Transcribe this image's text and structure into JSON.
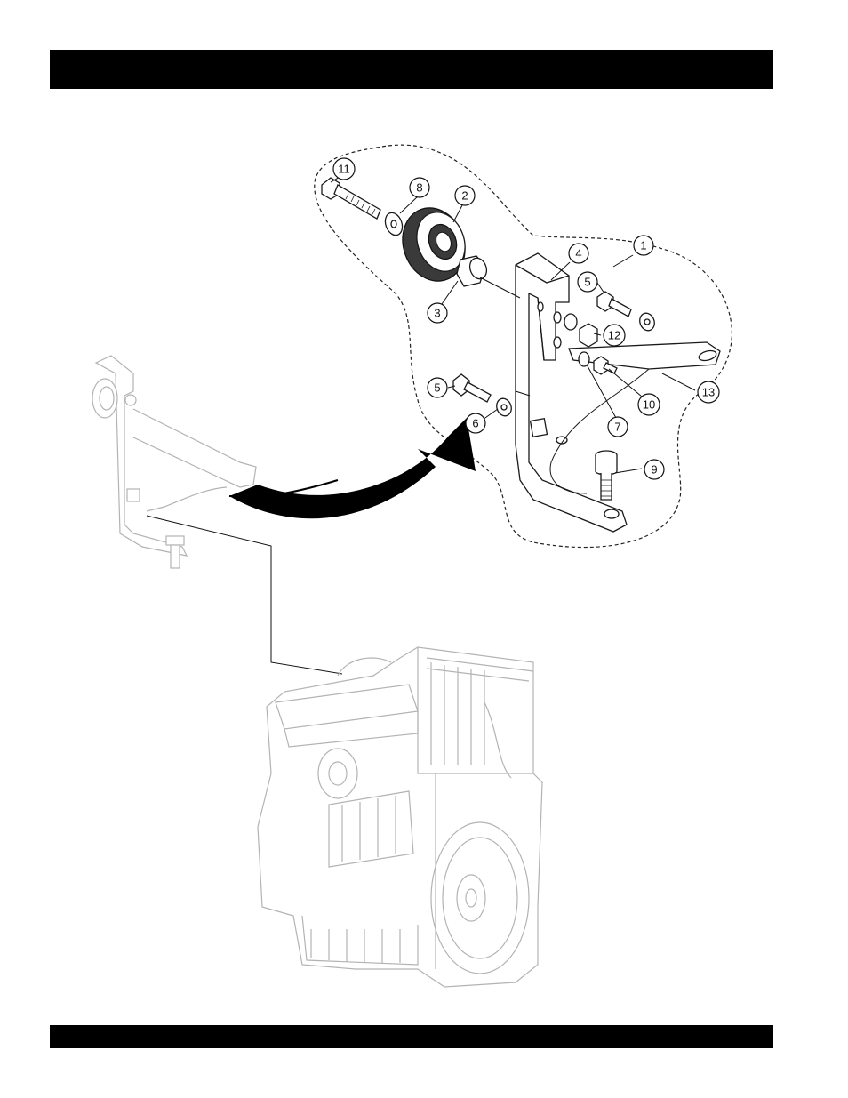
{
  "header_bar": {
    "color": "#000000"
  },
  "footer_bar": {
    "color": "#000000"
  },
  "diagram": {
    "callouts": [
      "1",
      "2",
      "3",
      "4",
      "5",
      "5",
      "6",
      "7",
      "8",
      "9",
      "10",
      "11",
      "12",
      "13"
    ]
  }
}
